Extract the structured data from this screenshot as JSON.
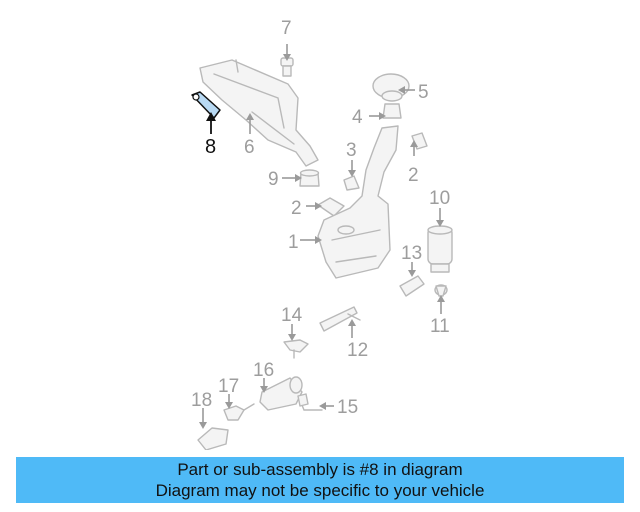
{
  "diagram": {
    "callouts": {
      "c1": "1",
      "c2a": "2",
      "c2b": "2",
      "c3": "3",
      "c4": "4",
      "c5": "5",
      "c6": "6",
      "c7": "7",
      "c8": "8",
      "c9": "9",
      "c10": "10",
      "c11": "11",
      "c12": "12",
      "c13": "13",
      "c14": "14",
      "c15": "15",
      "c16": "16",
      "c17": "17",
      "c18": "18"
    },
    "highlighted_part": "8",
    "colors": {
      "highlight_fill": "#b8d9f3",
      "part_stroke": "#b9b9b9",
      "banner": "#4fbaf7"
    }
  },
  "banner": {
    "line1": "Part or sub-assembly is #8 in diagram",
    "line2": "Diagram may not be specific to your vehicle"
  }
}
